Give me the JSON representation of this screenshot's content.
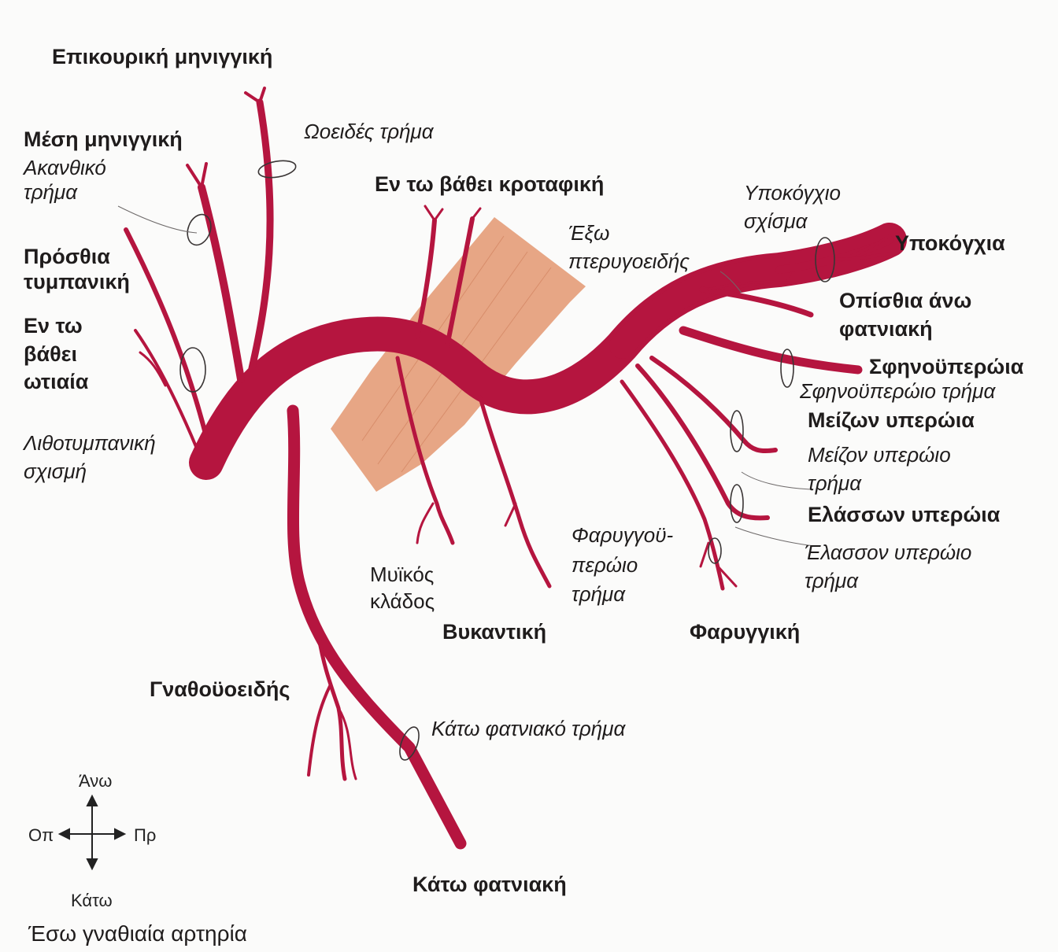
{
  "colors": {
    "artery": "#b5153f",
    "muscle": "#e49a74",
    "ink": "#1f1c1c"
  },
  "branches": [
    {
      "key": "epikouriki",
      "text": "Επικουρική μηνιγγική"
    },
    {
      "key": "mesi",
      "text": "Μέση μηνιγγική"
    },
    {
      "key": "prosthia",
      "lines": [
        "Πρόσθια",
        "τυμπανική"
      ]
    },
    {
      "key": "en_bathei_otiaia",
      "lines": [
        "Εν τω",
        "βάθει",
        "ωτιαία"
      ]
    },
    {
      "key": "en_bathei_krotafiki",
      "text": "Εν τω βάθει κροταφική"
    },
    {
      "key": "ypokogxia",
      "text": "Υποκόγχια"
    },
    {
      "key": "opisthia",
      "lines": [
        "Οπίσθια άνω",
        "φατνιακή"
      ]
    },
    {
      "key": "sfinoyperoia",
      "text": "Σφηνοϋπερώια"
    },
    {
      "key": "meizon",
      "text": "Μείζων υπερώια"
    },
    {
      "key": "elasson",
      "text": "Ελάσσων υπερώια"
    },
    {
      "key": "fargyiki",
      "text": "Φαρυγγική"
    },
    {
      "key": "vykantiki",
      "text": "Βυκαντική"
    },
    {
      "key": "gnathoyoeidis",
      "text": "Γναθοϋοειδής"
    },
    {
      "key": "kato_fatniaki",
      "text": "Κάτω φατνιακή"
    }
  ],
  "foramina": [
    {
      "key": "oeides",
      "text": "Ωοειδές τρήμα"
    },
    {
      "key": "akanthiko",
      "lines": [
        "Ακανθικό",
        "τρήμα"
      ]
    },
    {
      "key": "litho",
      "lines": [
        "Λιθοτυμπανική",
        "σχισμή"
      ]
    },
    {
      "key": "ypokogxio",
      "lines": [
        "Υποκόγχιο",
        "σχίσμα"
      ]
    },
    {
      "key": "exo",
      "lines": [
        "Έξω",
        "πτερυγοειδής"
      ]
    },
    {
      "key": "sfinoyperoio",
      "text": "Σφηνοϋπερώιο τρήμα"
    },
    {
      "key": "meizon_trima",
      "lines": [
        "Μείζον υπερώιο",
        "τρήμα"
      ]
    },
    {
      "key": "elasson_trima",
      "lines": [
        "Έλασσον υπερώιο",
        "τρήμα"
      ]
    },
    {
      "key": "faryggoyperoio",
      "lines": [
        "Φαρυγγοϋ-",
        "περώιο",
        "τρήμα"
      ]
    },
    {
      "key": "myikos",
      "lines": [
        "Μυϊκός",
        "κλάδος"
      ]
    },
    {
      "key": "kato_fatniako",
      "text": "Κάτω φατνιακό τρήμα"
    }
  ],
  "compass": {
    "up": "Άνω",
    "back": "Οπ",
    "front": "Πρ",
    "down": "Κάτω"
  },
  "caption": "Έσω γναθιαία αρτηρία"
}
